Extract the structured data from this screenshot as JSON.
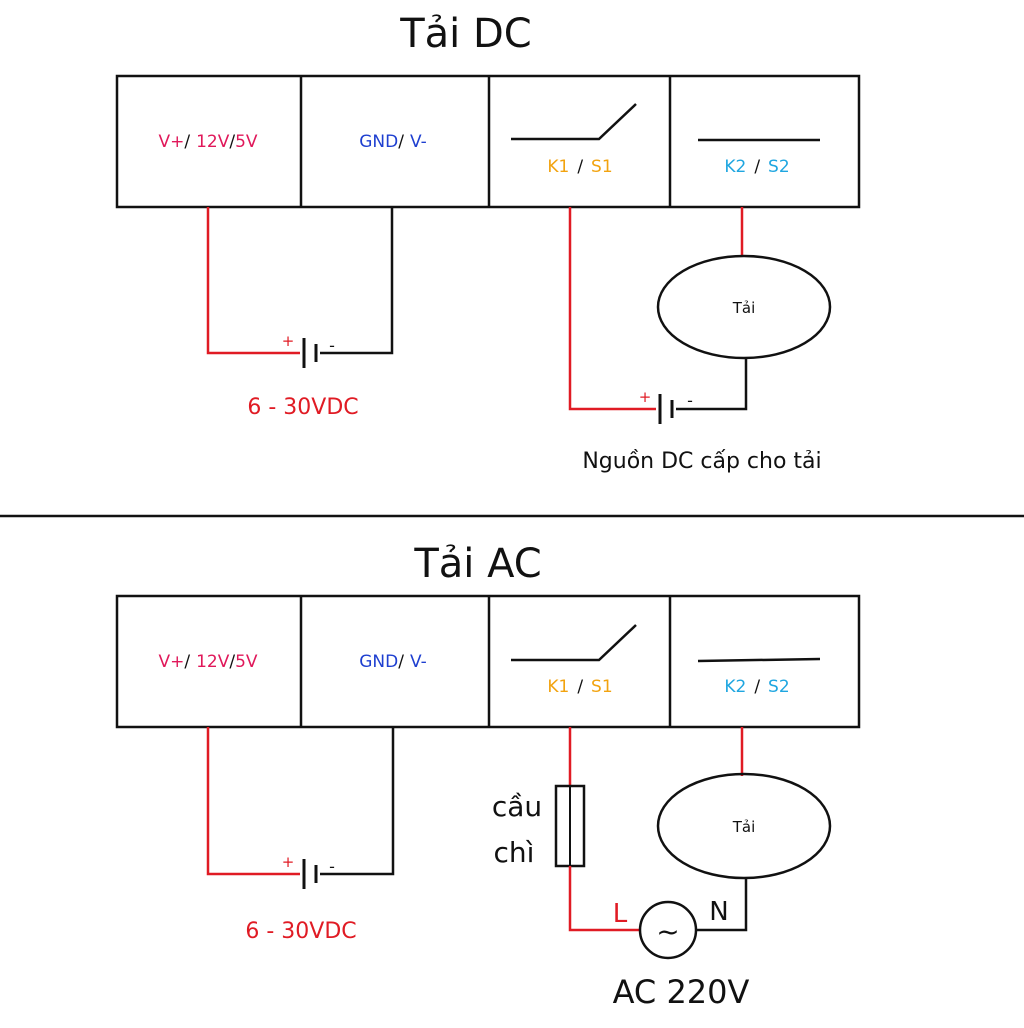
{
  "colors": {
    "red": "#e01b24",
    "pink": "#e0185a",
    "blue": "#1e3fd0",
    "orange": "#f2a30f",
    "cyan": "#1fa6e0",
    "black": "#111111"
  },
  "dc": {
    "title": "Tải DC",
    "terminals": {
      "vplus": "V+",
      "sep": "/",
      "v12": "12V",
      "v5": "5V",
      "gnd": "GND",
      "vminus": "V-",
      "k1": "K1",
      "s1": "S1",
      "k2": "K2",
      "s2": "S2"
    },
    "plus": "+",
    "minus": "-",
    "supply_label": "6 - 30VDC",
    "load_label": "Tải",
    "load_source_label": "Nguồn DC cấp cho tải"
  },
  "ac": {
    "title": "Tải AC",
    "terminals": {
      "vplus": "V+",
      "sep": "/",
      "v12": "12V",
      "v5": "5V",
      "gnd": "GND",
      "vminus": "V-",
      "k1": "K1",
      "s1": "S1",
      "k2": "K2",
      "s2": "S2"
    },
    "plus": "+",
    "minus": "-",
    "supply_label": "6 - 30VDC",
    "load_label": "Tải",
    "fuse_line1": "cầu",
    "fuse_line2": "chì",
    "line_label": "L",
    "neutral_label": "N",
    "source_symbol": "~",
    "source_label": "AC 220V"
  }
}
